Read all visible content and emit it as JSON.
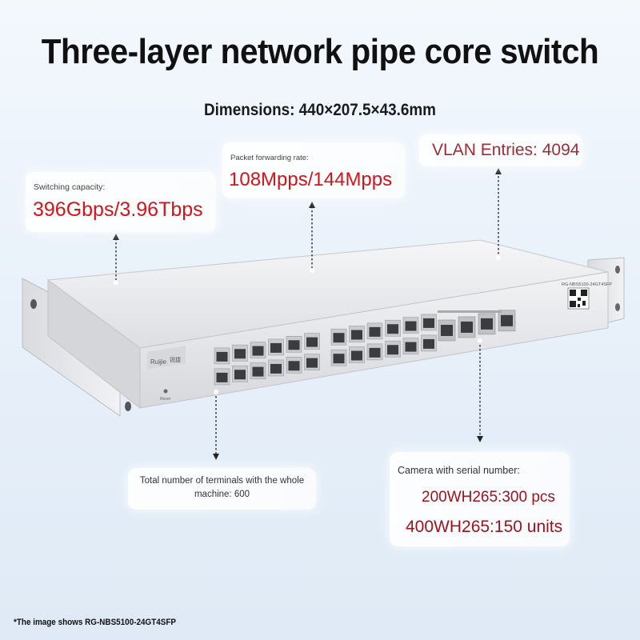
{
  "title": "Three-layer network pipe core switch",
  "dimensions": "Dimensions: 440×207.5×43.6mm",
  "callouts": {
    "switching_capacity": {
      "label": "Switching capacity:",
      "value": "396Gbps/3.96Tbps"
    },
    "packet_forwarding": {
      "label": "Packet forwarding rate:",
      "value": "108Mpps/144Mpps"
    },
    "vlan_entries": "VLAN Entries: 4094",
    "terminals": {
      "line1": "Total number of terminals with the whole",
      "line2": "machine: 600"
    },
    "camera": {
      "label": "Camera with serial number:",
      "line1": "200WH265:300 pcs",
      "line2": "400WH265:150 units"
    }
  },
  "device": {
    "brand": "Ruijie",
    "brand_cn": "锐捷",
    "model_label": "RG-NBS5100-24GT4SFP",
    "reset_label": "Reset",
    "port_count_rj45": 24,
    "port_count_sfp": 4,
    "colors": {
      "body": "#ecedf0",
      "port": "#3a3c40",
      "accent_red": "#d3141b"
    }
  },
  "footnote": "*The image shows RG-NBS5100-24GT4SFP"
}
